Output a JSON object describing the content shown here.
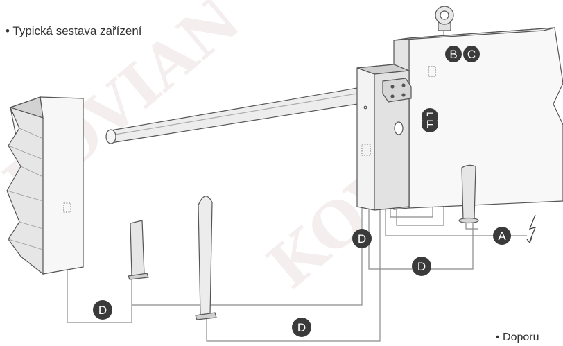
{
  "title": "• Typická sestava zařízení",
  "note": "• Doporu",
  "watermark": "KOVIAN",
  "colors": {
    "badge": "#3a3a3a",
    "badge_text": "#ffffff",
    "line": "#8a8a8a",
    "outline": "#555555",
    "watermark": "#f3ecec"
  },
  "badges": [
    {
      "id": "B",
      "label": "B"
    },
    {
      "id": "C",
      "label": "C"
    },
    {
      "id": "E",
      "label": "E"
    },
    {
      "id": "F",
      "label": "F"
    },
    {
      "id": "A",
      "label": "A"
    },
    {
      "id": "D1",
      "label": "D"
    },
    {
      "id": "D2",
      "label": "D"
    },
    {
      "id": "D3",
      "label": "D"
    },
    {
      "id": "D4",
      "label": "D"
    }
  ],
  "icons": [
    "lightning-icon",
    "photocell-icon",
    "flashing-lamp-icon"
  ]
}
